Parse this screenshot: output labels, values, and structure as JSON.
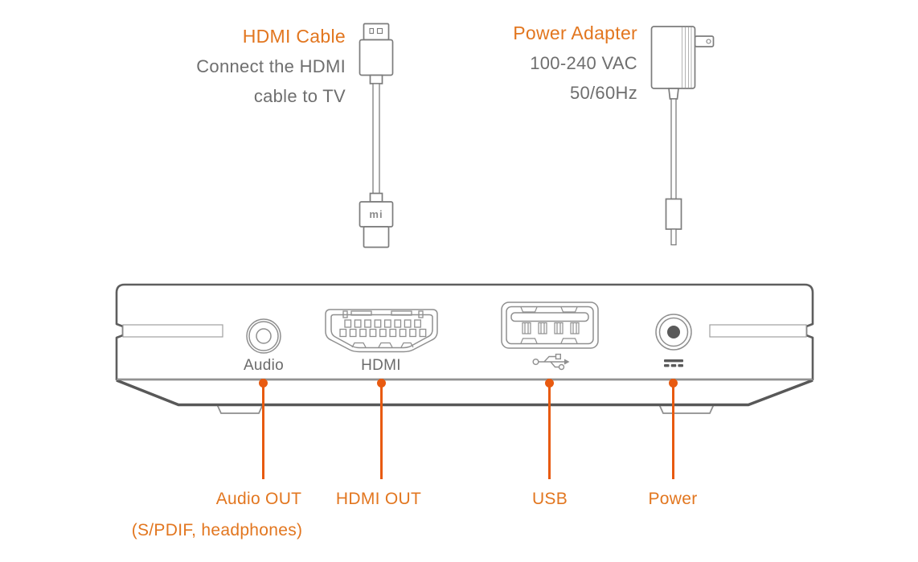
{
  "colors": {
    "accent_orange": "#E2761F",
    "callout_orange": "#E85A10",
    "text_gray": "#6E6E6E",
    "outline_gray": "#5E5E5E",
    "drawing_gray": "#8C8C8C",
    "background": "#FFFFFF"
  },
  "hdmi_cable": {
    "title": "HDMI Cable",
    "description_line1": "Connect the HDMI",
    "description_line2": "cable to TV",
    "connector_logo": "mi"
  },
  "power_adapter": {
    "title": "Power Adapter",
    "spec_line1": "100-240 VAC",
    "spec_line2": "50/60Hz"
  },
  "rear_panel": {
    "audio_label": "Audio",
    "hdmi_label": "HDMI",
    "usb_icon": "usb-trident-icon",
    "power_icon": "dc-power-icon"
  },
  "callouts": {
    "audio": {
      "label": "Audio OUT",
      "sublabel": "(S/PDIF, headphones)"
    },
    "hdmi": {
      "label": "HDMI OUT"
    },
    "usb": {
      "label": "USB"
    },
    "power": {
      "label": "Power"
    }
  }
}
